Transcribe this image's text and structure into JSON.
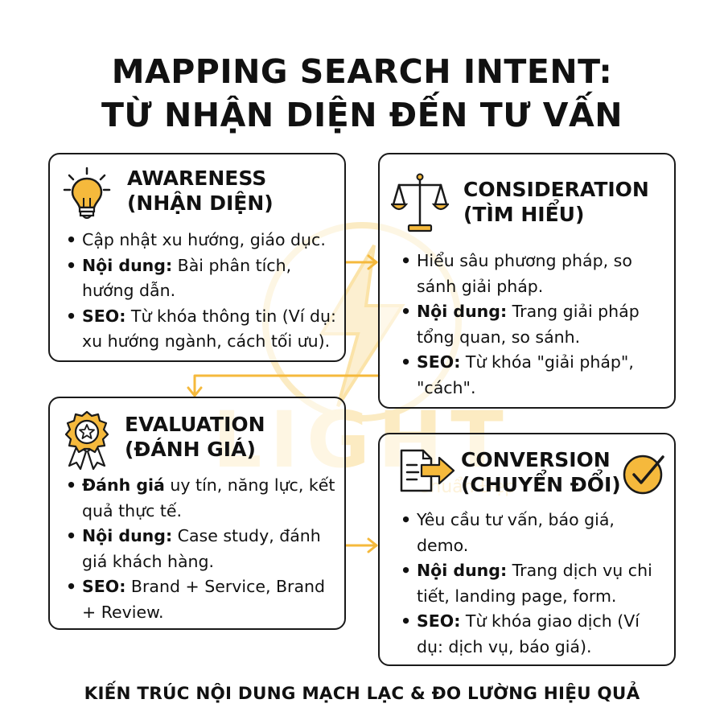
{
  "title": {
    "line1": "MAPPING SEARCH INTENT:",
    "line2": "TỪ NHẬN DIỆN ĐẾN TƯ VẤN"
  },
  "watermark": {
    "text": "LIGHT",
    "tagline": "Chuẩn Đẹp"
  },
  "stages": {
    "awareness": {
      "name": "AWARENESS",
      "sub": "(NHẬN DIỆN)",
      "icon": "lightbulb-icon",
      "points": [
        {
          "label": "",
          "text": "Cập nhật xu hướng, giáo dục."
        },
        {
          "label": "Nội dung:",
          "text": " Bài phân tích, hướng dẫn."
        },
        {
          "label": "SEO:",
          "text": " Từ khóa thông tin (Ví dụ: xu hướng ngành, cách tối ưu)."
        }
      ]
    },
    "consideration": {
      "name": "CONSIDERATION",
      "sub": "(TÌM HIỂU)",
      "icon": "scales-icon",
      "points": [
        {
          "label": "",
          "text": "Hiểu sâu phương pháp, so sánh giải pháp."
        },
        {
          "label": "Nội dung:",
          "text": " Trang giải pháp tổng quan, so sánh."
        },
        {
          "label": "SEO:",
          "text": " Từ khóa \"giải pháp\", \"cách\"."
        }
      ]
    },
    "evaluation": {
      "name": "EVALUATION",
      "sub": "(ĐÁNH GIÁ)",
      "icon": "award-badge-icon",
      "points": [
        {
          "label": "Đánh giá",
          "text": " uy tín, năng lực, kết quả thực tế."
        },
        {
          "label": "Nội dung:",
          "text": " Case study, đánh giá khách hàng."
        },
        {
          "label": "SEO:",
          "text": " Brand + Service, Brand + Review."
        }
      ]
    },
    "conversion": {
      "name": "CONVERSION",
      "sub": "(CHUYỂN ĐỔI)",
      "icon": "document-arrow-icon",
      "points": [
        {
          "label": "",
          "text": "Yêu cầu tư vấn, báo giá, demo."
        },
        {
          "label": "Nội dung:",
          "text": " Trang dịch vụ chi tiết, landing page, form."
        },
        {
          "label": "SEO:",
          "text": " Từ khóa giao dịch (Ví dụ: dịch vụ, báo giá)."
        }
      ]
    }
  },
  "footer": "KIẾN TRÚC NỘI DUNG MẠCH LẠC & ĐO LƯỜNG HIỆU QUẢ",
  "colors": {
    "accent": "#F5B93C",
    "border": "#1A1A1A",
    "text": "#111111",
    "watermark": "#FBE7B6"
  }
}
